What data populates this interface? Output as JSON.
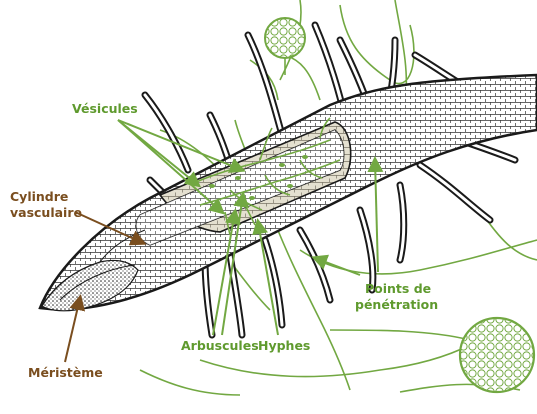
{
  "labels": {
    "vesicles": "Vésicules",
    "vascular_line1": "Cylindre",
    "vascular_line2": "vasculaire",
    "penetration_line1": "Points de",
    "penetration_line2": "pénétration",
    "arbuscules": "Arbuscules",
    "hyphae": "Hyphes",
    "meristem": "Méristème"
  },
  "colors": {
    "fungus_green": "#72a842",
    "label_green": "#5f9a2e",
    "label_brown": "#7a4e1f",
    "root_outline": "#1a1a1a",
    "root_fill": "#ffffff",
    "cortex_cut": "#e4e0d0"
  }
}
